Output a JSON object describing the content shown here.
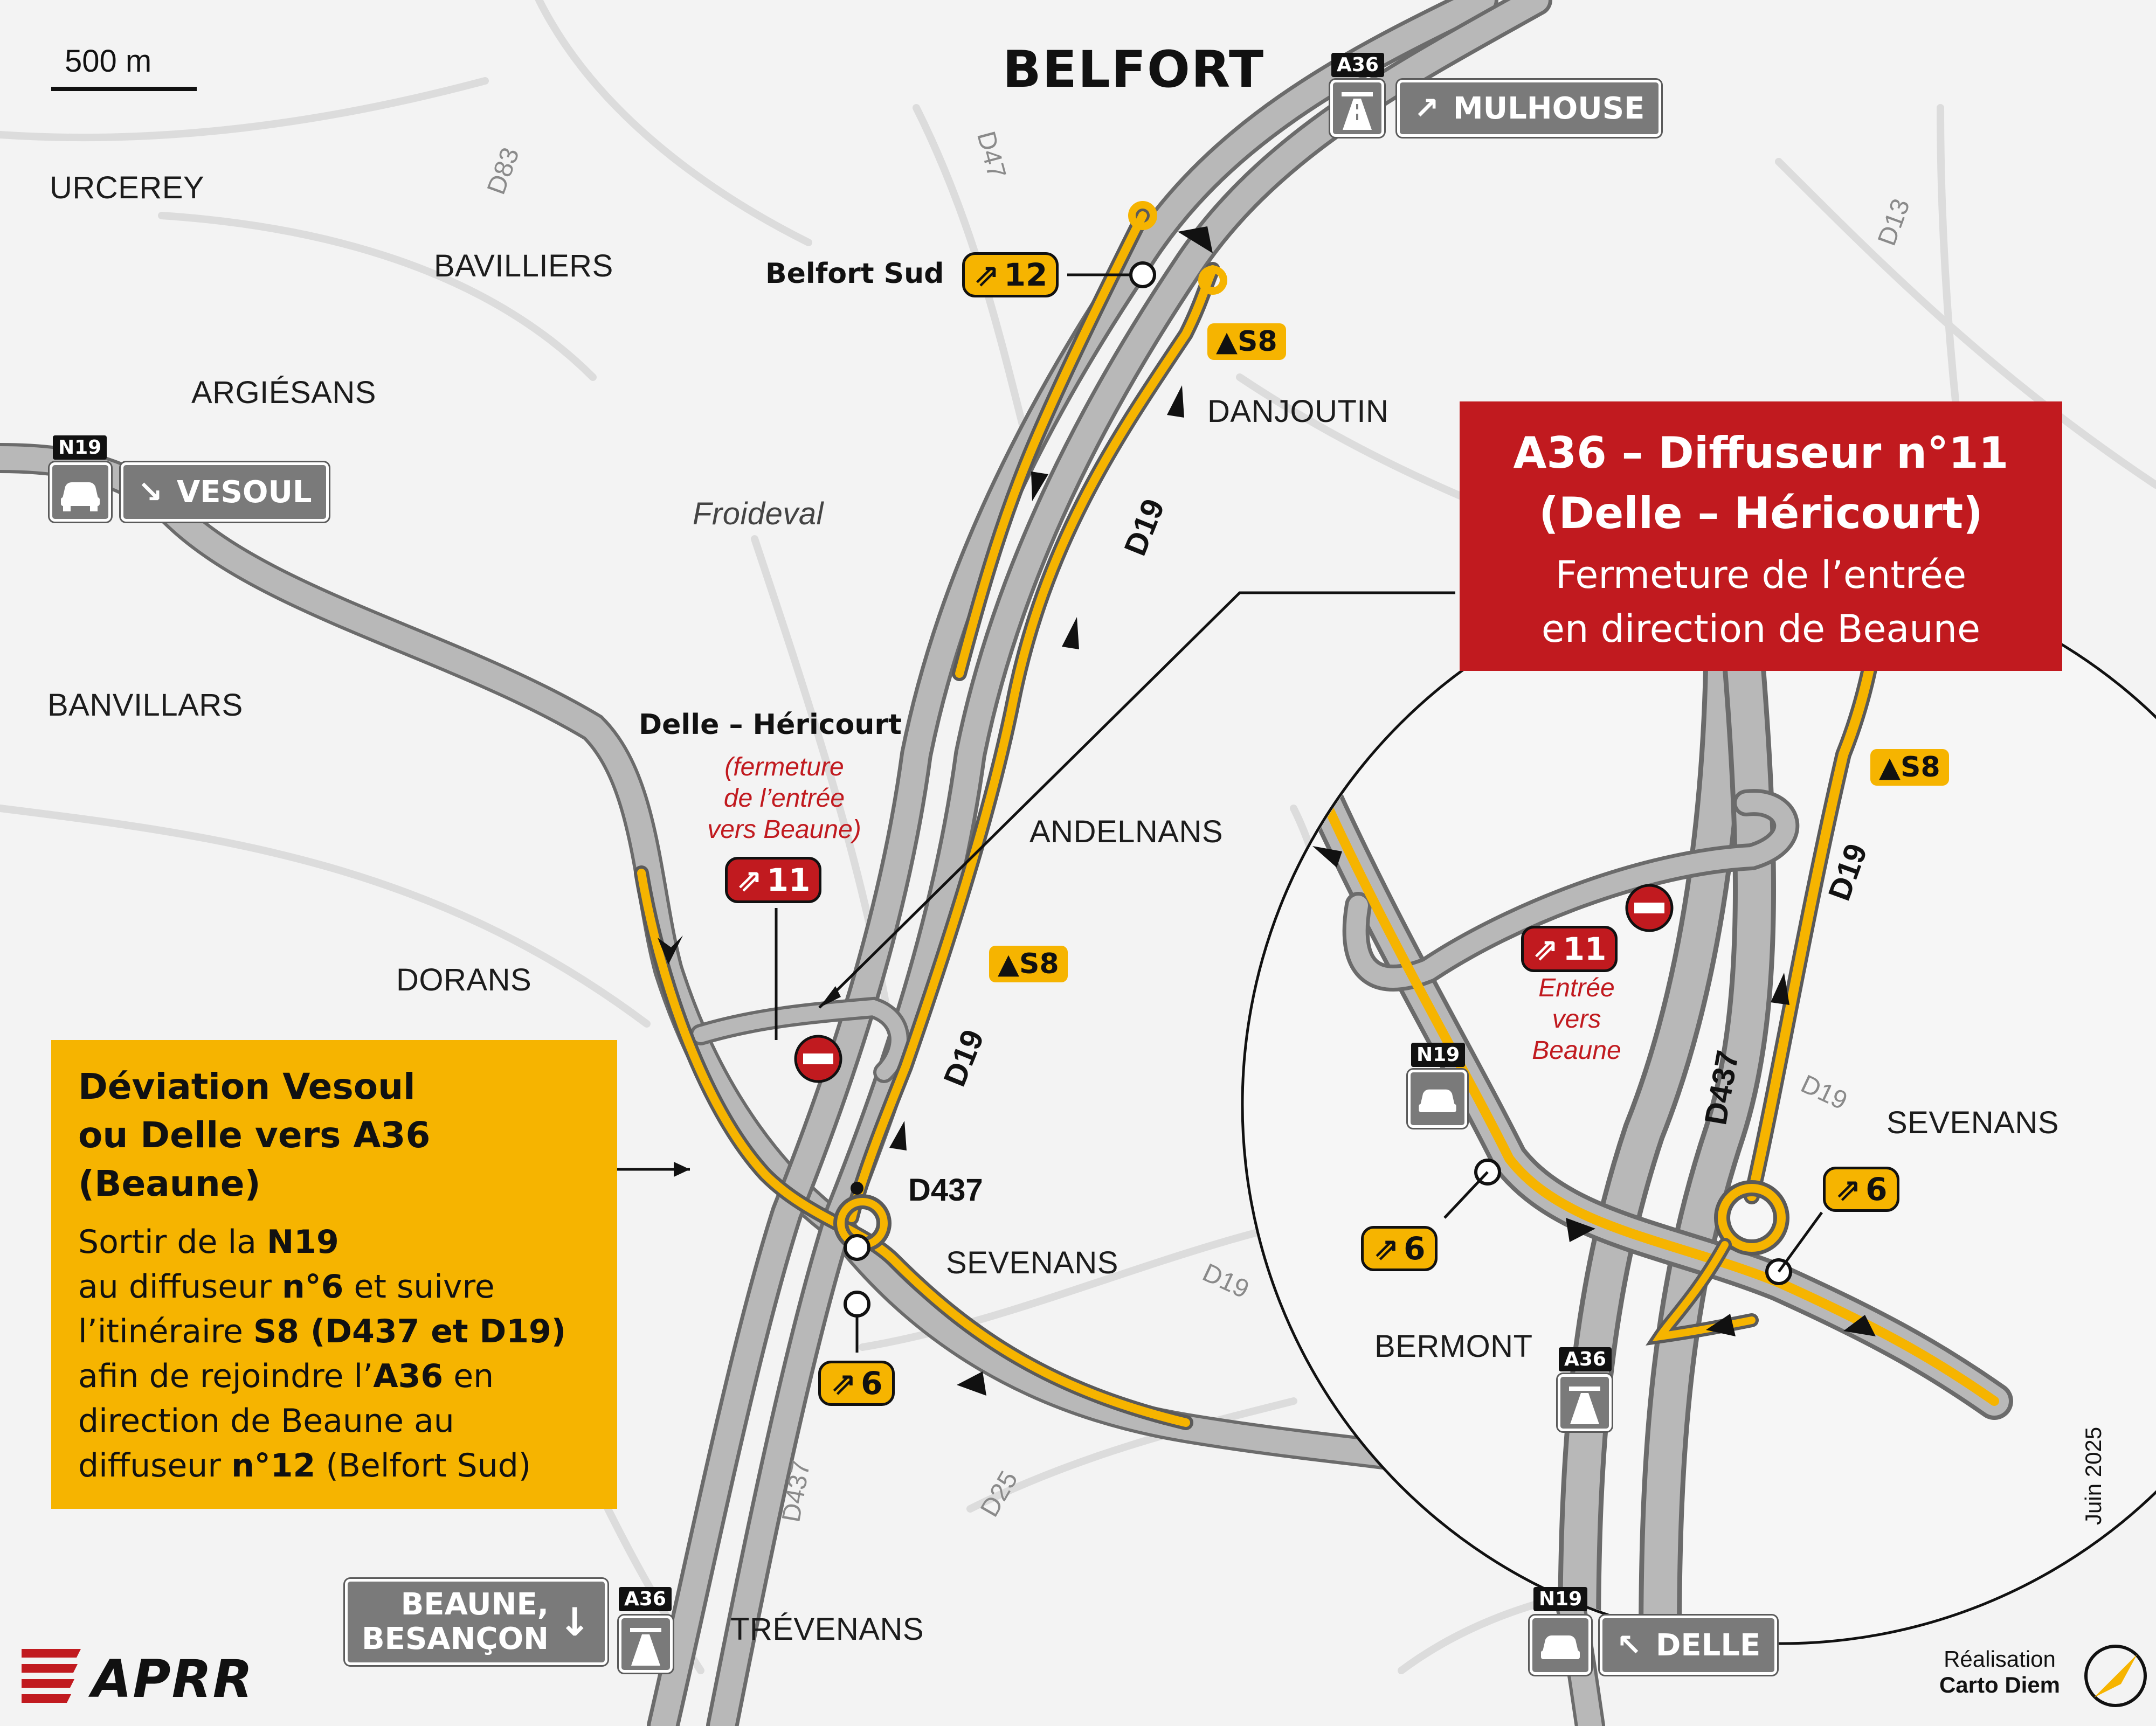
{
  "map": {
    "scale_label": "500 m",
    "city": "BELFORT",
    "places": {
      "urcerey": "URCEREY",
      "bavilliers": "BAVILLIERS",
      "argiesans": "ARGIÉSANS",
      "danjoutin": "DANJOUTIN",
      "froideval": "Froideval",
      "banvillars": "BANVILLARS",
      "andelnans": "ANDELNANS",
      "dorans": "DORANS",
      "sevenans": "SEVENANS",
      "trevenans": "TRÉVENANS",
      "sevenans_inset": "SEVENANS",
      "bermont": "BERMONT"
    },
    "roads": {
      "d83": "D83",
      "d47": "D47",
      "d13": "D13",
      "d19_main": "D19",
      "d19_south": "D19",
      "d19_east": "D19",
      "d437_label": "D437",
      "d437_south": "D437",
      "d25": "D25",
      "d19_inset": "D19",
      "d437_inset": "D437",
      "d19_inset_grey": "D19"
    },
    "shields": {
      "a36_north": "A36",
      "n19_west": "N19",
      "a36_south": "A36",
      "n19_south": "N19",
      "n19_inset": "N19",
      "a36_inset": "A36"
    },
    "destinations": {
      "mulhouse": "MULHOUSE",
      "vesoul": "VESOUL",
      "beaune_line1": "BEAUNE,",
      "beaune_line2": "BESANÇON",
      "delle": "DELLE"
    },
    "exits": {
      "belfort_sud_label": "Belfort Sud",
      "exit12": "12",
      "exit11": "11",
      "exit6": "6",
      "exit11_inset": "11",
      "exit6_inset": "6"
    },
    "itinerary": {
      "s8_north": "S8",
      "s8_mid": "S8",
      "s8_inset": "S8"
    },
    "delle_hericourt": {
      "title": "Delle – Héricourt",
      "note_l1": "(fermeture",
      "note_l2": "de l’entrée",
      "note_l3": "vers Beaune)"
    },
    "inset_note": {
      "l1": "Entrée",
      "l2": "vers",
      "l3": "Beaune"
    }
  },
  "closure_box": {
    "title_l1": "A36 – Diffuseur n°11",
    "title_l2": "(Delle – Héricourt)",
    "sub_l1": "Fermeture de l’entrée",
    "sub_l2": "en direction de Beaune"
  },
  "detour_box": {
    "title_l1": "Déviation Vesoul",
    "title_l2": "ou Delle vers A36",
    "title_l3": "(Beaune)",
    "b1": "Sortir de la ",
    "b1b": "N19",
    "b2": "au diffuseur ",
    "b2b": "n°6",
    "b2c": " et suivre",
    "b3": "l’itinéraire ",
    "b3b": "S8 (D437 et D19)",
    "b4": "afin de rejoindre l’",
    "b4b": "A36",
    "b4c": " en",
    "b5": "direction de Beaune au",
    "b6": "diffuseur ",
    "b6b": "n°12",
    "b6c": " (Belfort Sud)"
  },
  "footer": {
    "brand": "APRR",
    "credit_l1": "Réalisation",
    "credit_l2": "Carto Diem",
    "date": "Juin 2025"
  },
  "colors": {
    "detour": "#f6b400",
    "closure": "#c11a1f",
    "road": "#8c8c8c",
    "background": "#f3f3f3"
  }
}
